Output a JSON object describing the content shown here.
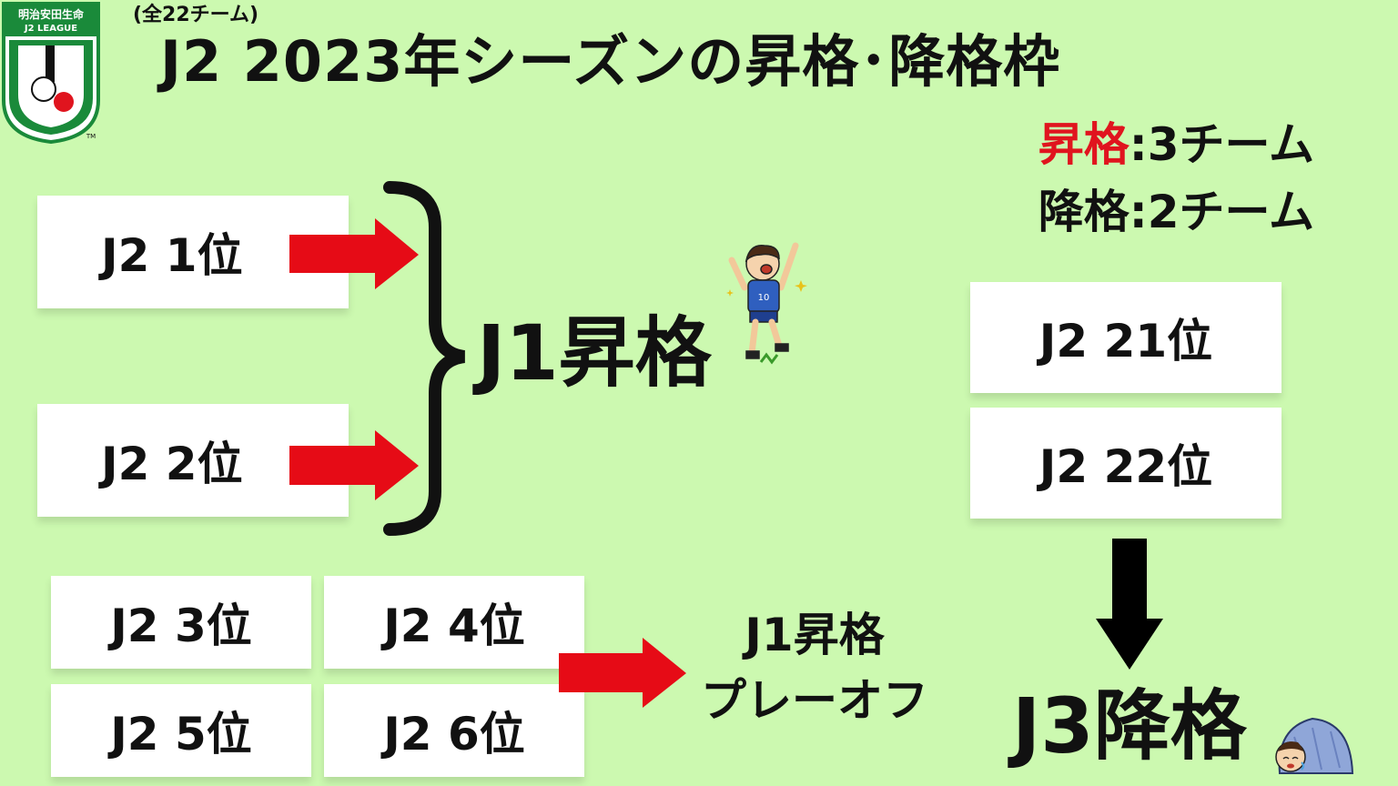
{
  "logo": {
    "sponsor": "明治安田生命",
    "league": "J2 LEAGUE",
    "tm": "TM"
  },
  "header": {
    "subtitle": "(全22チーム)",
    "title": "J2 2023年シーズンの昇格･降格枠"
  },
  "summary": {
    "promotion_label": "昇格",
    "promotion_value": ":3チーム",
    "relegation_label": "降格",
    "relegation_value": ":2チーム"
  },
  "ranks": {
    "r1": "J2 1位",
    "r2": "J2 2位",
    "r3": "J2 3位",
    "r4": "J2 4位",
    "r5": "J2 5位",
    "r6": "J2 6位",
    "r21": "J2 21位",
    "r22": "J2 22位"
  },
  "outcomes": {
    "j1_promotion": "J1昇格",
    "playoff_line1": "J1昇格",
    "playoff_line2": "プレーオフ",
    "j3_relegation": "J3降格"
  },
  "colors": {
    "background": "#ccf9b0",
    "arrow_red": "#e60b16",
    "arrow_black": "#000000",
    "accent_red": "#e0141e",
    "logo_green": "#1a8a3a"
  },
  "icons": {
    "logo": "j-league-logo",
    "player": "celebrating-soccer-player-illustration",
    "sleeper": "sleeping-under-blanket-illustration"
  }
}
